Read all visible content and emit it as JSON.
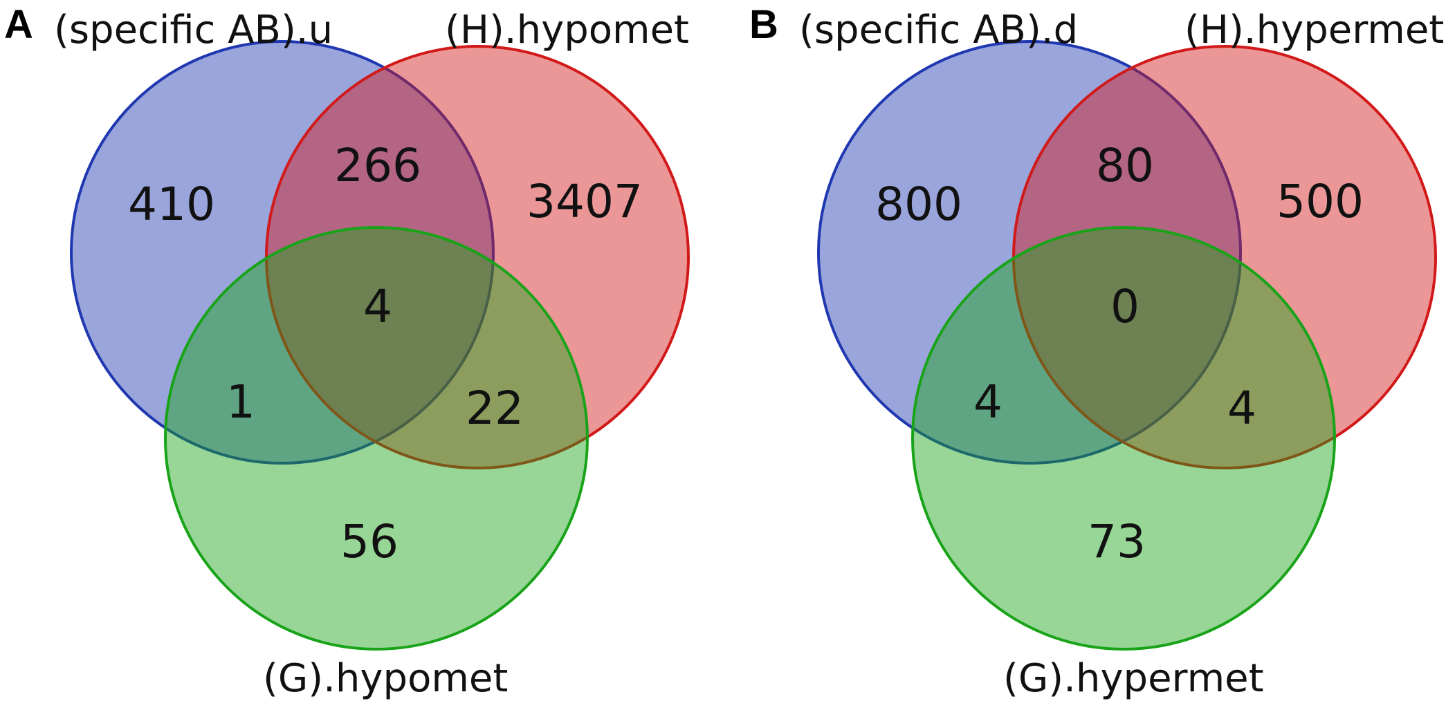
{
  "colors": {
    "set_a": "#1f37b0",
    "set_b": "#d21919",
    "set_c": "#19a319"
  },
  "panels": [
    {
      "letter": "A",
      "labels": {
        "set_a": "(specific AB).u",
        "set_b": "(H).hypomet",
        "set_c": "(G).hypomet"
      },
      "counts": {
        "a_only": "410",
        "b_only": "3407",
        "c_only": "56",
        "ab": "266",
        "ac": "1",
        "bc": "22",
        "abc": "4"
      }
    },
    {
      "letter": "B",
      "labels": {
        "set_a": "(specific AB).d",
        "set_b": "(H).hypermet",
        "set_c": "(G).hypermet"
      },
      "counts": {
        "a_only": "800",
        "b_only": "500",
        "c_only": "73",
        "ab": "80",
        "ac": "4",
        "bc": "4",
        "abc": "0"
      }
    }
  ]
}
